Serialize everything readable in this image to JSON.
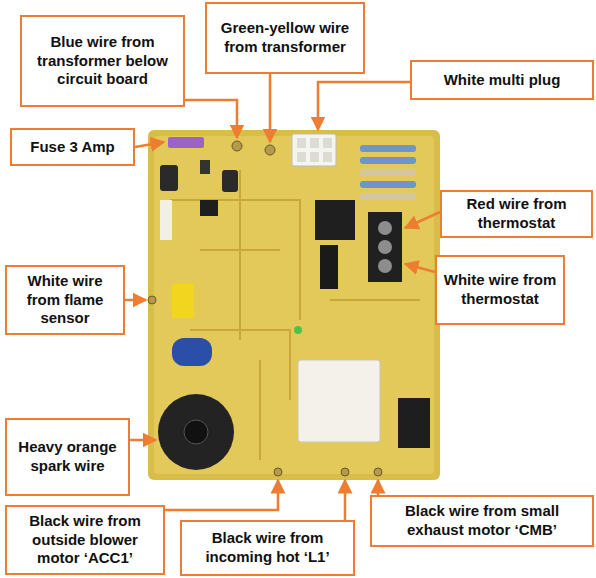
{
  "diagram": {
    "nodes": [
      {
        "text": [
          "Green-yellow wire from transformer"
        ]
      },
      {
        "text": [
          "Blue wire from transformer below circuit board"
        ]
      },
      {
        "text": [
          "White multi plug"
        ]
      },
      {
        "text": [
          "Fuse 3 Amp"
        ]
      },
      {
        "text": [
          "Red wire from thermostat"
        ]
      },
      {
        "text": [
          "White wire from thermostat"
        ]
      },
      {
        "text": [
          "White wire from flame sensor"
        ]
      },
      {
        "text": [
          "Heavy orange spark wire"
        ]
      },
      {
        "text": [
          "Black wire from small exhaust motor ‘CMB’"
        ]
      },
      {
        "text": [
          "Black wire from outside blower motor ‘ACC1’"
        ]
      },
      {
        "text": [
          "Black wire from incoming hot ‘L1’"
        ]
      }
    ]
  }
}
